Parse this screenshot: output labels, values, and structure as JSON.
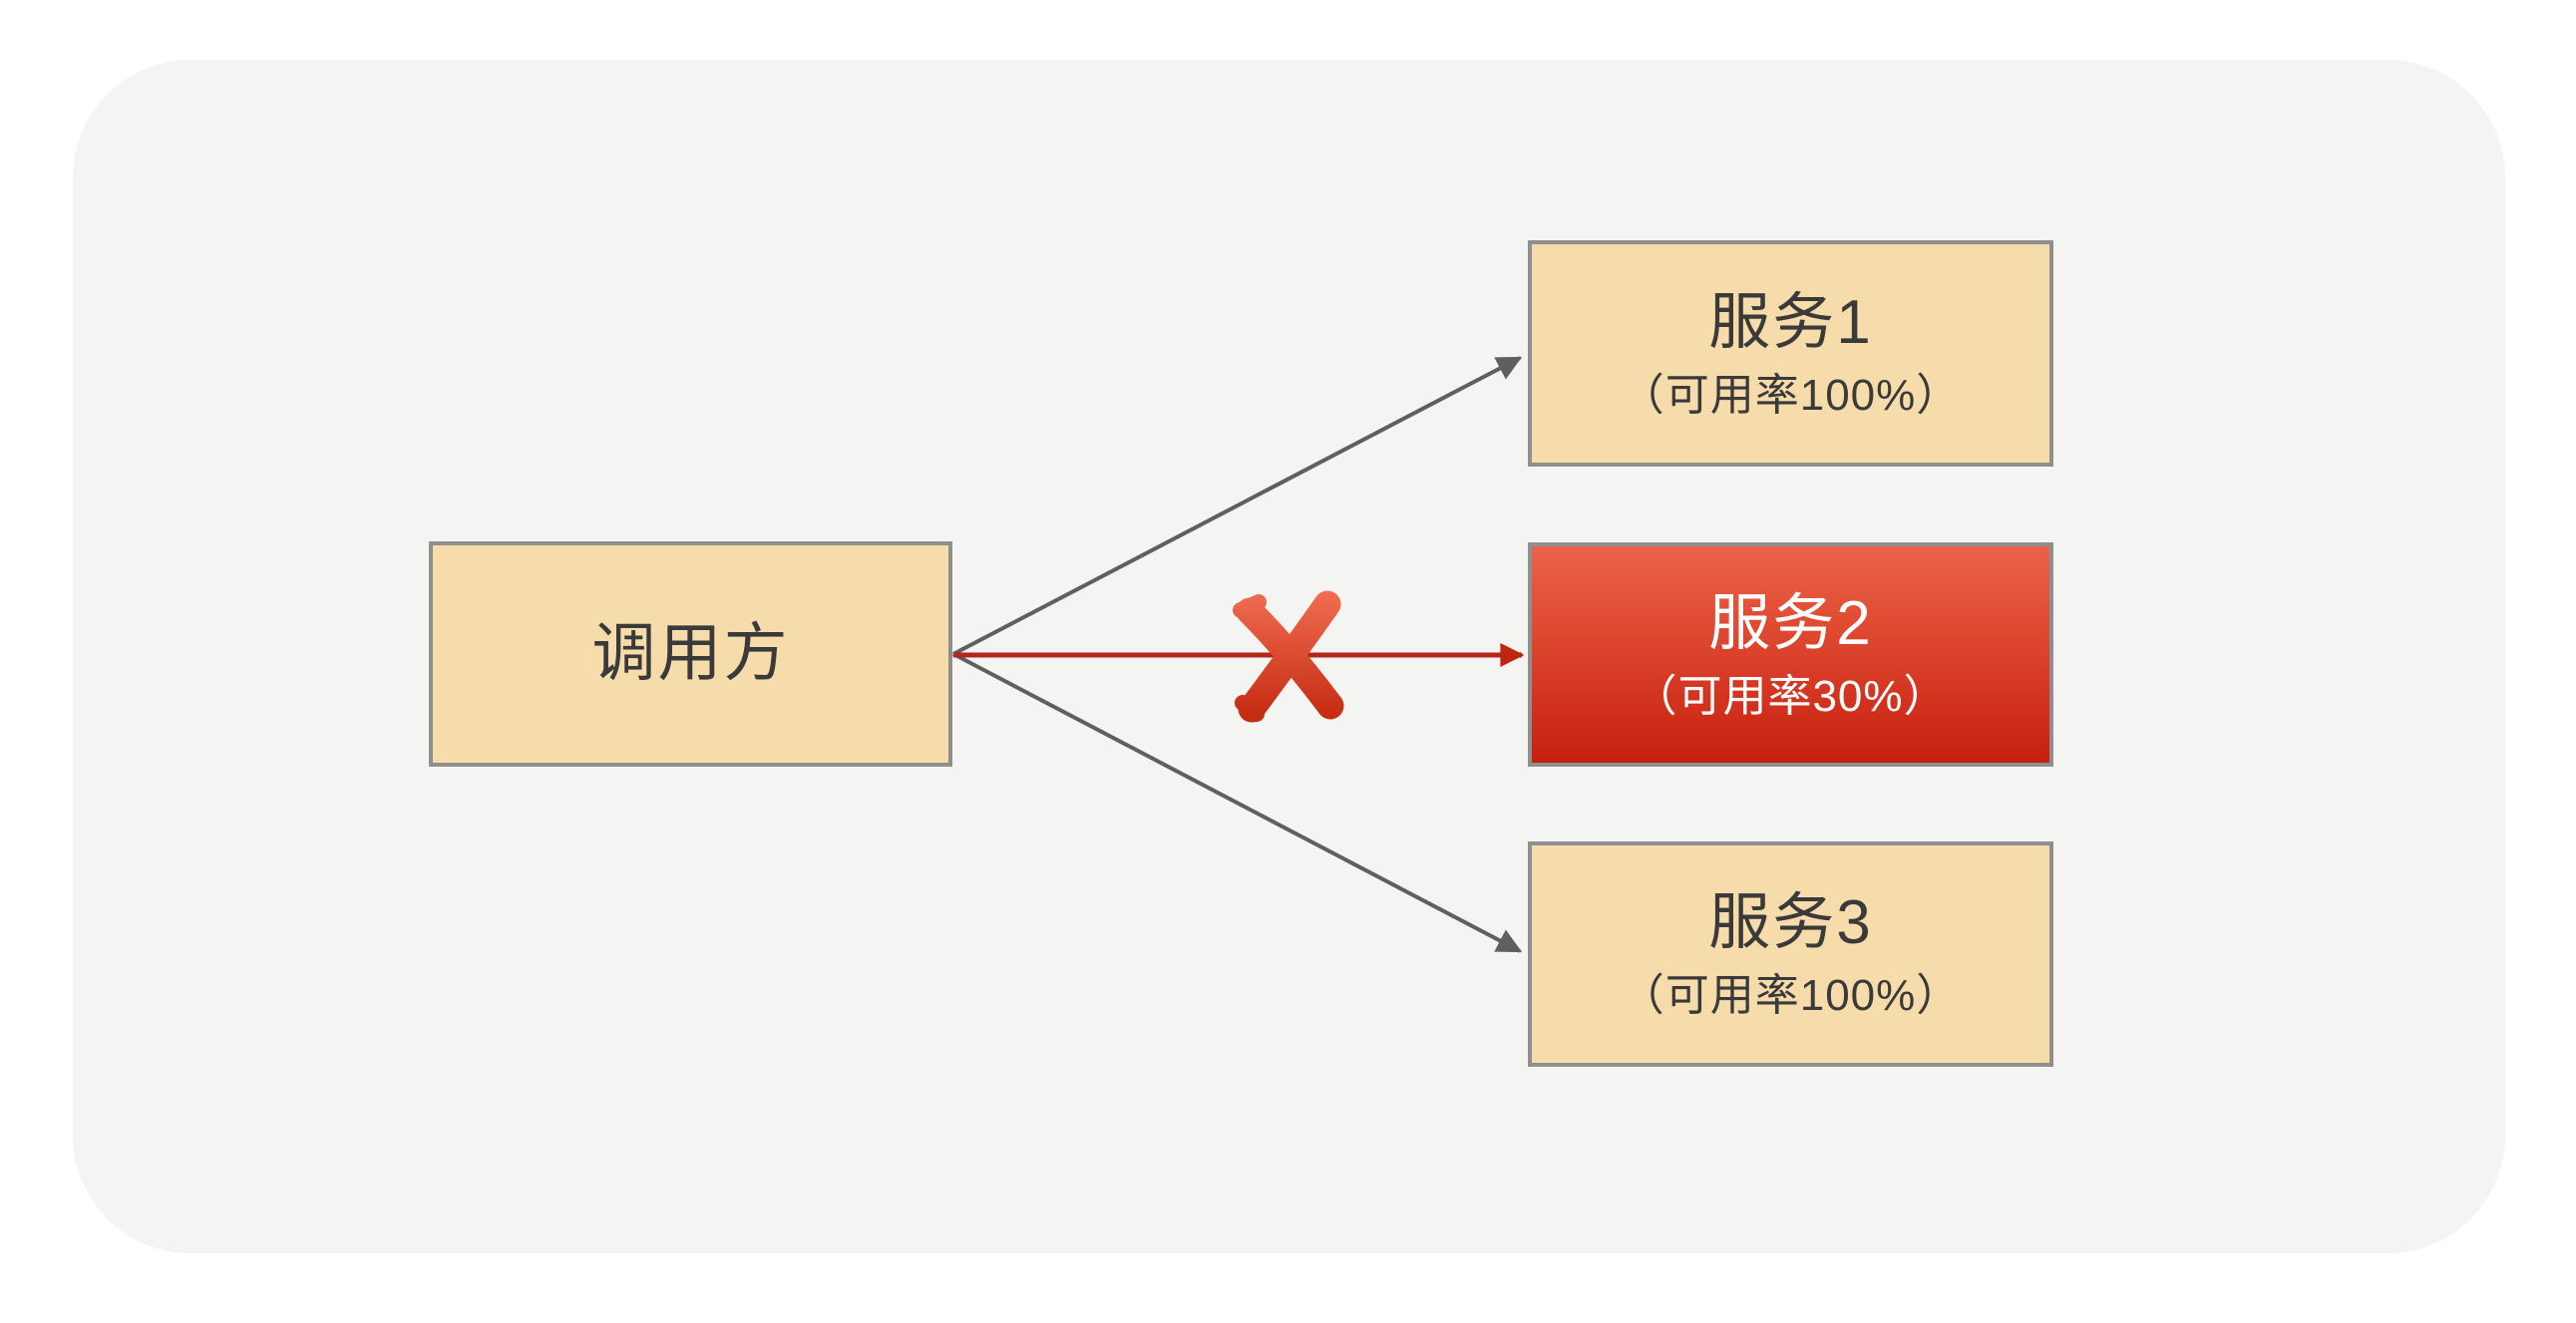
{
  "caller": {
    "label": "调用方"
  },
  "services": [
    {
      "title": "服务1",
      "subtitle": "（可用率100%）",
      "status": "available"
    },
    {
      "title": "服务2",
      "subtitle": "（可用率30%）",
      "status": "unavailable"
    },
    {
      "title": "服务3",
      "subtitle": "（可用率100%）",
      "status": "available"
    }
  ],
  "edges": [
    {
      "from": "调用方",
      "to": "服务1",
      "style": "normal"
    },
    {
      "from": "调用方",
      "to": "服务2",
      "style": "failed-crossed-out"
    },
    {
      "from": "调用方",
      "to": "服务3",
      "style": "normal"
    }
  ],
  "colors": {
    "page_bg": "#ffffff",
    "panel_bg": "#f4f4f2",
    "node_fill": "#f6dcaa",
    "node_border": "#8f8f8f",
    "node_text": "#3a3a3a",
    "arrow_gray": "#5f5f5f",
    "arrow_red": "#b1271a",
    "failed_node_gradient_top": "#ec614a",
    "failed_node_gradient_bottom": "#c71f0e",
    "failed_node_text": "#ffffff",
    "cross_mark_top": "#ef6b4f",
    "cross_mark_bottom": "#c62c12"
  }
}
